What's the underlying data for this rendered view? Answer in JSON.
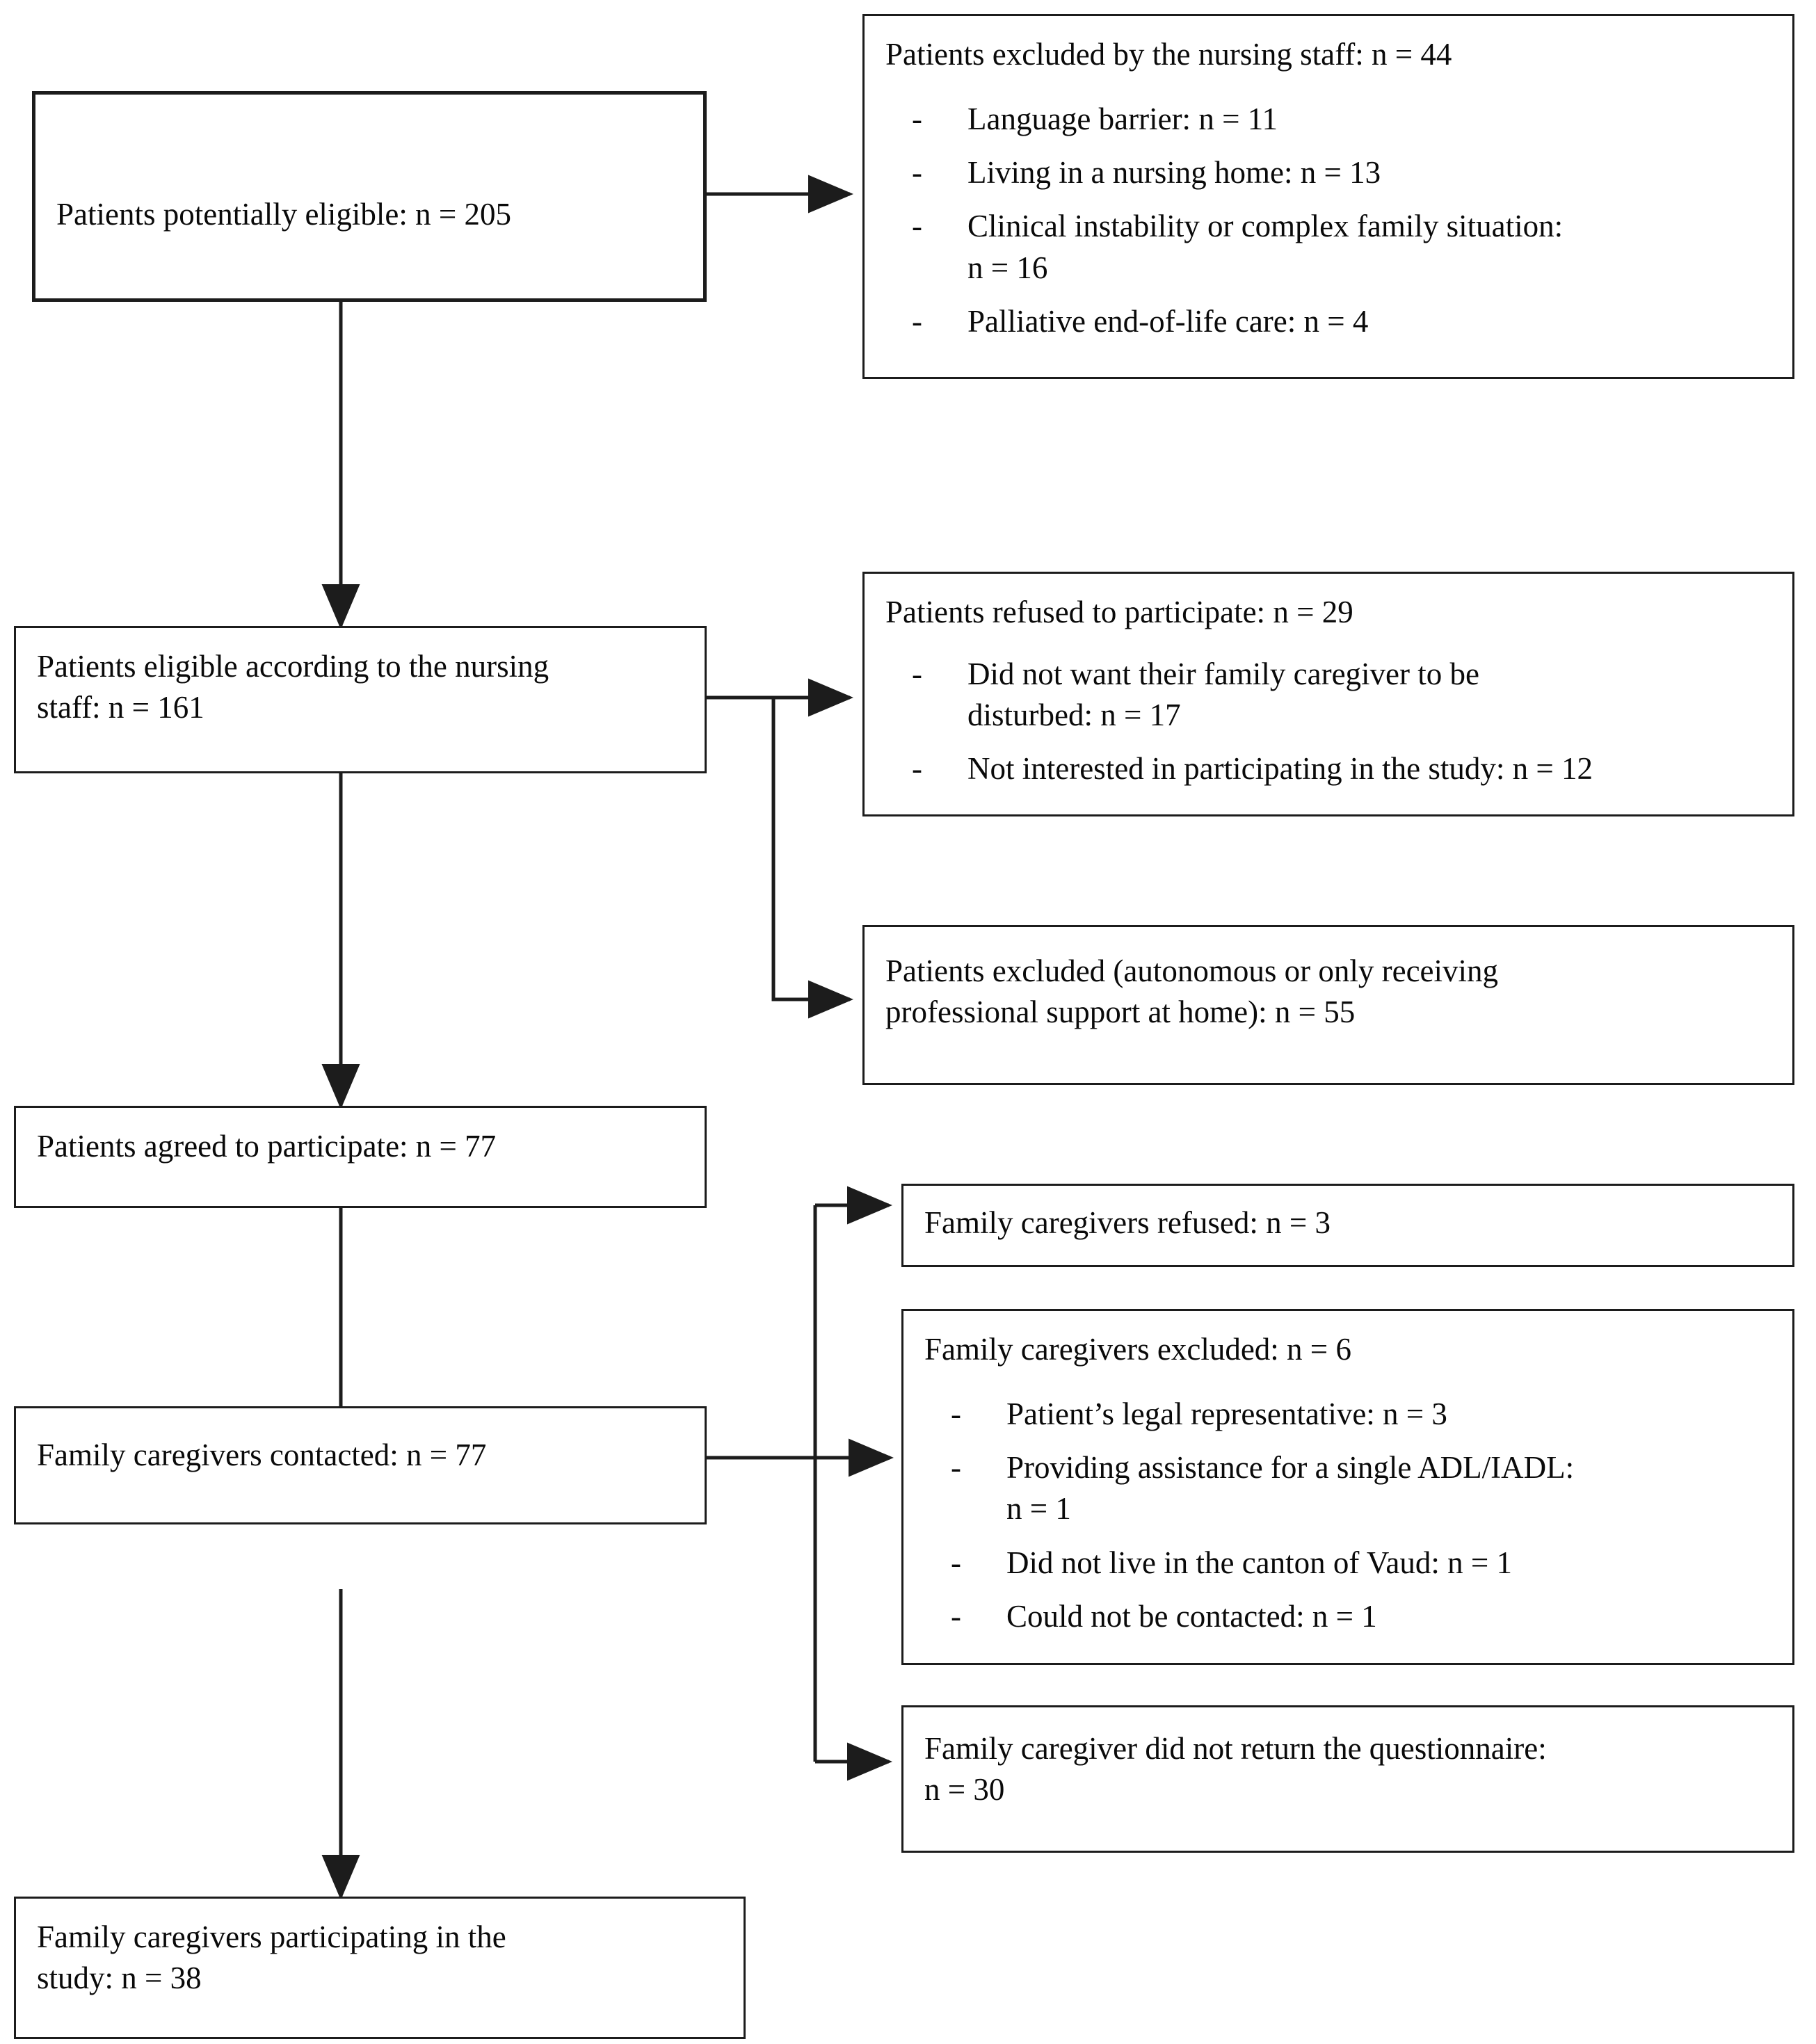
{
  "diagram": {
    "type": "flowchart",
    "title": "Study participant flow diagram",
    "colors": {
      "stroke": "#1c1c1c",
      "text": "#0a0a0a",
      "background": "#ffffff"
    },
    "nodes": {
      "eligible_potential": {
        "text": "Patients potentially eligible: n = 205",
        "n": 205
      },
      "excluded_nursing_staff": {
        "heading": "Patients excluded by the nursing staff: n = 44",
        "n": 44,
        "bullets": [
          "Language barrier: n = 11",
          "Living in a nursing home: n = 13",
          "Clinical instability or complex family situation:\nn = 16",
          "Palliative end-of-life care: n = 4"
        ]
      },
      "eligible_nursing_staff": {
        "text": "Patients eligible according to the nursing\nstaff: n = 161",
        "n": 161
      },
      "refused_participate": {
        "heading": "Patients refused to participate: n = 29",
        "n": 29,
        "bullets": [
          "Did not want their family caregiver to be\ndisturbed: n = 17",
          "Not interested in participating in the study: n = 12"
        ]
      },
      "excluded_autonomous": {
        "text": "Patients excluded (autonomous or only receiving\nprofessional support at home): n = 55",
        "n": 55
      },
      "agreed_participate": {
        "text": "Patients agreed to participate: n = 77",
        "n": 77
      },
      "caregivers_refused": {
        "text": "Family caregivers refused: n = 3",
        "n": 3
      },
      "caregivers_contacted": {
        "text": "Family caregivers contacted: n = 77",
        "n": 77
      },
      "caregivers_excluded": {
        "heading": "Family caregivers excluded: n = 6",
        "n": 6,
        "bullets": [
          "Patient’s legal representative: n = 3",
          "Providing assistance for a single ADL/IADL:\nn = 1",
          "Did not live in the canton of Vaud: n = 1",
          "Could not be contacted: n = 1"
        ]
      },
      "no_questionnaire": {
        "text": "Family caregiver did not return the questionnaire:\nn = 30",
        "n": 30
      },
      "caregivers_participating": {
        "text": "Family caregivers participating in the\nstudy: n = 38",
        "n": 38
      }
    },
    "bullet_marker": "-"
  }
}
